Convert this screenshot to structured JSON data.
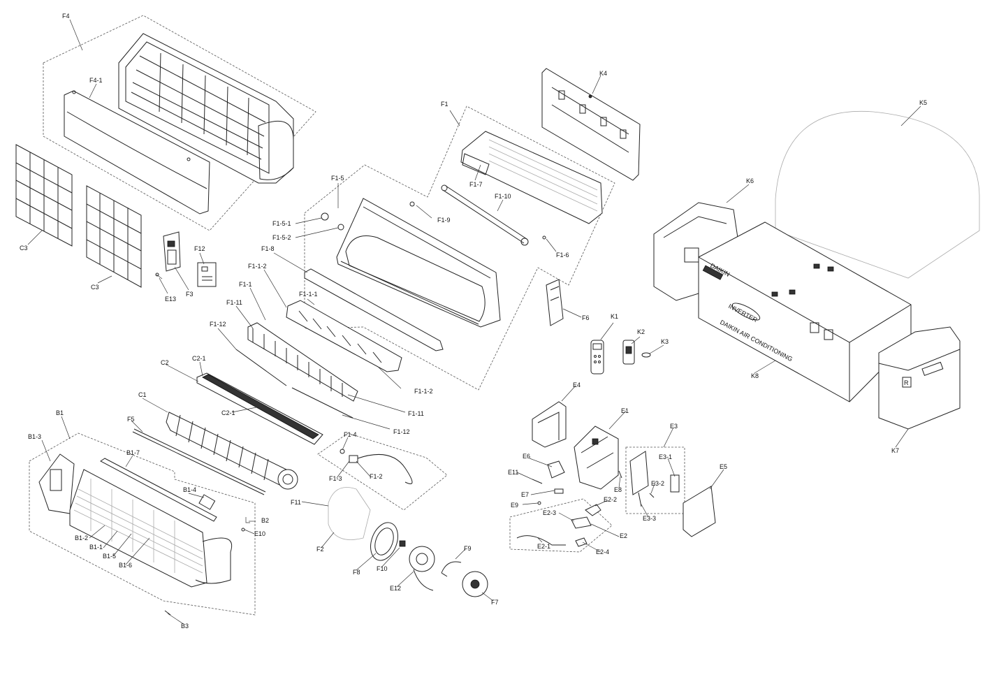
{
  "labels": {
    "F4": "F4",
    "F4_1": "F4-1",
    "C3a": "C3",
    "C3b": "C3",
    "E13": "E13",
    "F3": "F3",
    "F12": "F12",
    "F1": "F1",
    "F1_7": "F1-7",
    "F1_5": "F1-5",
    "F1_5_1": "F1-5-1",
    "F1_5_2": "F1-5-2",
    "F1_8": "F1-8",
    "F1_9": "F1-9",
    "F1_10": "F1-10",
    "F1_6": "F1-6",
    "F1_1_2a": "F1-1-2",
    "F1_1": "F1-1",
    "F1_1_1": "F1-1-1",
    "F1_11a": "F1-11",
    "F1_12a": "F1-12",
    "F1_1_2b": "F1-1-2",
    "F1_11b": "F1-11",
    "F1_12b": "F1-12",
    "F6": "F6",
    "K4": "K4",
    "K5": "K5",
    "K6": "K6",
    "K1": "K1",
    "K2": "K2",
    "K3": "K3",
    "K8": "K8",
    "K7": "K7",
    "C2": "C2",
    "C2_1a": "C2-1",
    "C2_1b": "C2-1",
    "C1": "C1",
    "F5": "F5",
    "B1": "B1",
    "B1_3": "B1-3",
    "B1_7": "B1-7",
    "B1_4": "B1-4",
    "B2": "B2",
    "E10": "E10",
    "B1_2": "B1-2",
    "B1_1": "B1-1",
    "B1_5": "B1-5",
    "B1_6": "B1-6",
    "B3": "B3",
    "F1_4": "F1-4",
    "F1_3": "F1-3",
    "F1_2": "F1-2",
    "F11": "F11",
    "F2": "F2",
    "F8": "F8",
    "F10": "F10",
    "E12": "E12",
    "F9": "F9",
    "F7": "F7",
    "E4": "E4",
    "E1": "E1",
    "E3": "E3",
    "E3_1": "E3-1",
    "E6": "E6",
    "E11": "E11",
    "E7": "E7",
    "E9": "E9",
    "E8": "E8",
    "E3_2": "E3-2",
    "E3_3": "E3-3",
    "E5": "E5",
    "E2_2": "E2-2",
    "E2_3": "E2-3",
    "E2": "E2",
    "E2_1": "E2-1",
    "E2_4": "E2-4"
  },
  "box_text": {
    "brand": "DAIKIN",
    "inverter": "INVERTER",
    "brand_line": "DAIKIN AIR CONDITIONING"
  },
  "letters": {
    "r_mark": "R"
  }
}
